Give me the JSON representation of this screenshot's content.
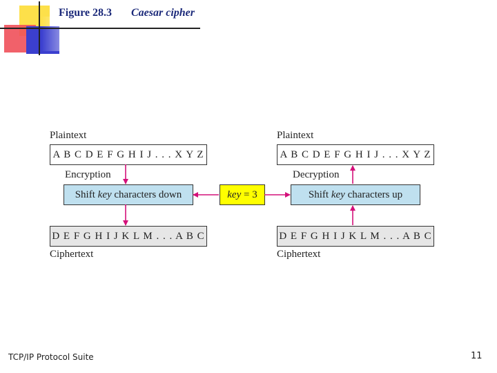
{
  "header": {
    "figure_number": "Figure 28.3",
    "figure_title": "Caesar cipher"
  },
  "diagram": {
    "left": {
      "top_label": "Plaintext",
      "top_alphabet": "A B C D E F G H I J . . . X Y Z",
      "process_label": "Encryption",
      "shift_prefix": "Shift ",
      "shift_key": "key",
      "shift_suffix": " characters down",
      "bottom_alphabet": "D E F G H I J K L M . . . A B C",
      "bottom_label": "Ciphertext"
    },
    "key": {
      "name": "key",
      "value": " = 3"
    },
    "right": {
      "top_label": "Plaintext",
      "top_alphabet": "A B C D E F G H I J . . . X Y Z",
      "process_label": "Decryption",
      "shift_prefix": "Shift ",
      "shift_key": "key",
      "shift_suffix": " characters up",
      "bottom_alphabet": "D E F G H I J K L M . . . A B C",
      "bottom_label": "Ciphertext"
    },
    "arrow_color": "#d4107a"
  },
  "footer": {
    "left_text": "TCP/IP Protocol Suite",
    "page_number": "11"
  }
}
